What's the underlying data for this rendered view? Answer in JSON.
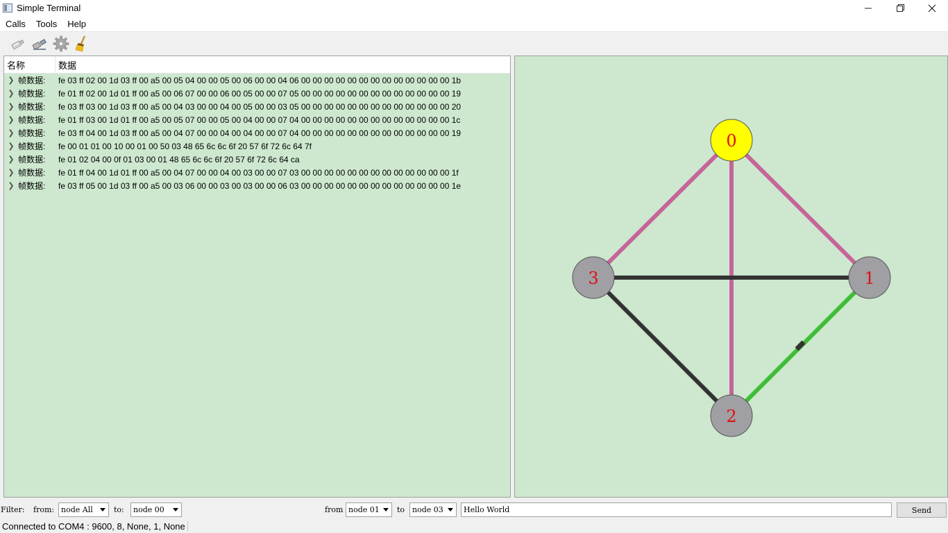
{
  "window": {
    "title": "Simple Terminal"
  },
  "menu": [
    "Calls",
    "Tools",
    "Help"
  ],
  "tree": {
    "headers": {
      "name": "名称",
      "data": "数据"
    },
    "rows": [
      {
        "name": "帧数据:",
        "data": "fe 03 ff 02 00 1d 03 ff 00 a5 00 05 04 00 00 05 00 06 00 00 04 06 00 00 00 00 00 00 00 00 00 00 00 00 00 1b"
      },
      {
        "name": "帧数据:",
        "data": "fe 01 ff 02 00 1d 01 ff 00 a5 00 06 07 00 00 06 00 05 00 00 07 05 00 00 00 00 00 00 00 00 00 00 00 00 00 19"
      },
      {
        "name": "帧数据:",
        "data": "fe 03 ff 03 00 1d 03 ff 00 a5 00 04 03 00 00 04 00 05 00 00 03 05 00 00 00 00 00 00 00 00 00 00 00 00 00 20"
      },
      {
        "name": "帧数据:",
        "data": "fe 01 ff 03 00 1d 01 ff 00 a5 00 05 07 00 00 05 00 04 00 00 07 04 00 00 00 00 00 00 00 00 00 00 00 00 00 1c"
      },
      {
        "name": "帧数据:",
        "data": "fe 03 ff 04 00 1d 03 ff 00 a5 00 04 07 00 00 04 00 04 00 00 07 04 00 00 00 00 00 00 00 00 00 00 00 00 00 19"
      },
      {
        "name": "帧数据:",
        "data": "fe 00 01 01 00 10 00 01 00 50 03 48 65 6c 6c 6f 20 57 6f 72 6c 64 7f"
      },
      {
        "name": "帧数据:",
        "data": "fe 01 02 04 00 0f 01 03 00 01 48 65 6c 6c 6f 20 57 6f 72 6c 64 ca"
      },
      {
        "name": "帧数据:",
        "data": "fe 01 ff 04 00 1d 01 ff 00 a5 00 04 07 00 00 04 00 03 00 00 07 03 00 00 00 00 00 00 00 00 00 00 00 00 00 1f"
      },
      {
        "name": "帧数据:",
        "data": "fe 03 ff 05 00 1d 03 ff 00 a5 00 03 06 00 00 03 00 03 00 00 06 03 00 00 00 00 00 00 00 00 00 00 00 00 00 1e"
      }
    ]
  },
  "graph": {
    "nodes": [
      {
        "label": "0",
        "color": "#ffff00"
      },
      {
        "label": "1",
        "color": "#a09fa4"
      },
      {
        "label": "2",
        "color": "#a09fa4"
      },
      {
        "label": "3",
        "color": "#a09fa4"
      }
    ],
    "colors": {
      "pink": "#c6659a",
      "dark": "#333333",
      "green": "#3fbd37",
      "label": "#dd1111"
    }
  },
  "filter": {
    "label": "Filter:",
    "from_label": "from:",
    "from_value": "node All",
    "to_label": "to:",
    "to_value": "node 00"
  },
  "send": {
    "from_label": "from",
    "from_value": "node 01",
    "to_label": "to",
    "to_value": "node 03",
    "message": "Hello World",
    "button": "Send"
  },
  "status": "Connected to COM4 : 9600, 8, None, 1, None"
}
